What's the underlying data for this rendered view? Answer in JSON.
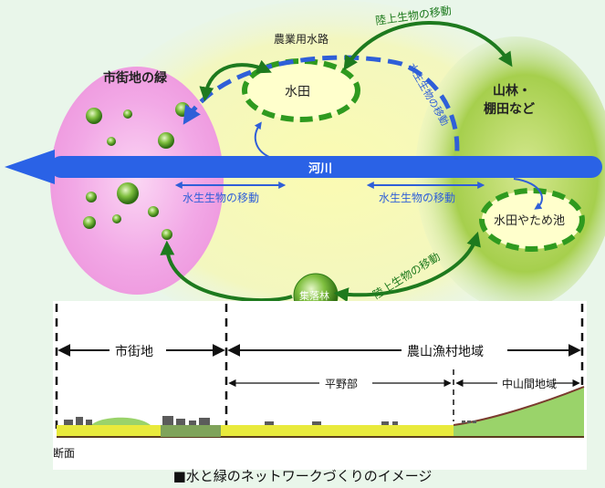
{
  "diagram": {
    "labels": {
      "urban_green": "市街地の緑",
      "irrigation_channel": "農業用水路",
      "paddy": "水田",
      "forest_line1": "山林・",
      "forest_line2": "棚田など",
      "river": "河川",
      "aquatic_move_left": "水生生物の移動",
      "aquatic_move_right": "水生生物の移動",
      "aquatic_move_diag": "水生生物の移動",
      "terrestrial_move_top": "陸上生物の移動",
      "terrestrial_move_bottom": "陸上生物の移動",
      "paddy_pond": "水田やため池",
      "village_forest": "集落林"
    },
    "section": {
      "urban": "市街地",
      "rural": "農山漁村地域",
      "plain": "平野部",
      "hilly": "中山間地域",
      "cross_section": "断面"
    },
    "colors": {
      "river": "#2a62e6",
      "aquatic_arrow": "#2f5fd8",
      "terrestrial_arrow": "#1e7a1e",
      "urban_zone": "#ef9fe0",
      "forest_zone": "#8fc23a",
      "background": "#e9f6ea"
    }
  },
  "caption": "■水と緑のネットワークづくりのイメージ"
}
